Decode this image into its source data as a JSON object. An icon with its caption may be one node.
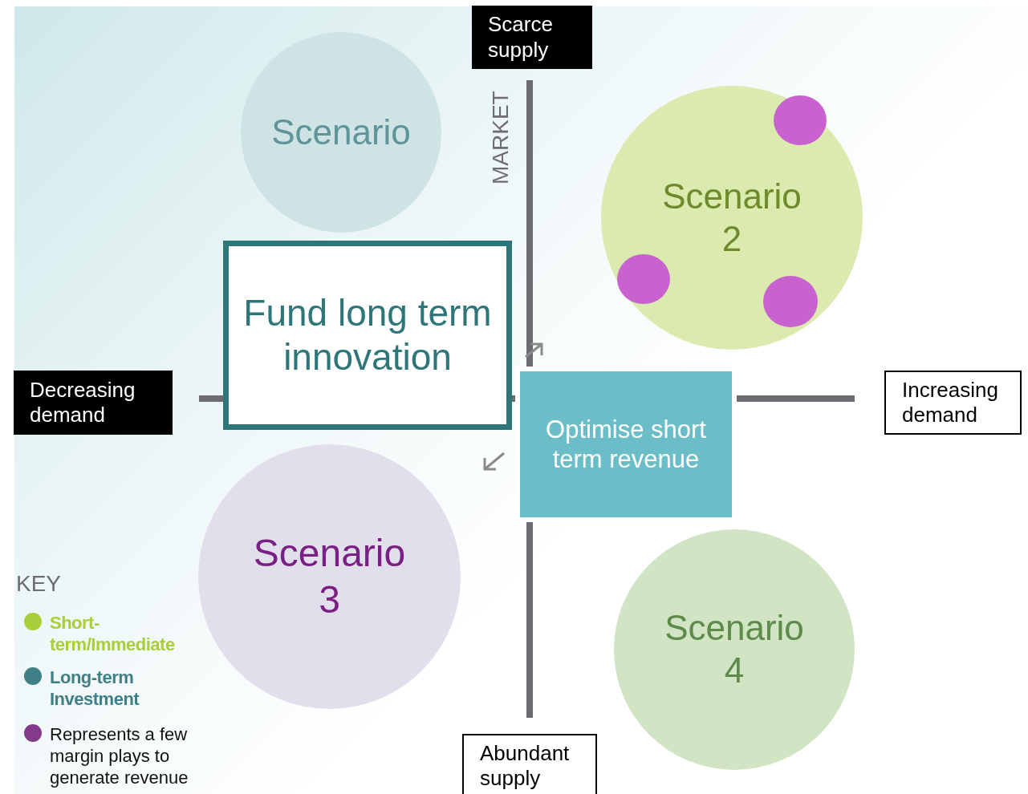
{
  "diagram": {
    "nodes": [
      {
        "text": [
          "Scarce supply"
        ]
      },
      {
        "text": [
          "Decreasing demand"
        ]
      },
      {
        "text": [
          "Increasing demand"
        ]
      },
      {
        "text": [
          "Abundant supply"
        ]
      },
      {
        "text": [
          "Scenario"
        ]
      },
      {
        "text": [
          "Scenario 2"
        ]
      },
      {
        "text": [],
        "shape": "circle",
        "in": 5
      },
      {
        "text": [],
        "shape": "circle",
        "in": 5
      },
      {
        "text": [],
        "shape": "circle",
        "in": 5
      },
      {
        "text": [
          "Scenario 3"
        ]
      },
      {
        "text": [
          "Scenario 4"
        ]
      },
      {
        "text": [
          "Fund long term innovation"
        ]
      },
      {
        "text": [
          "Optimise short term revenue"
        ]
      }
    ],
    "labels": [
      "MARKET",
      "KEY"
    ],
    "legend": [
      {
        "text": "Short-term/Immediate",
        "color": "#a8cf3a"
      },
      {
        "text": "Long-term Investment",
        "color": "#3f7f86"
      },
      {
        "text": "Represents a few margin plays to generate revenue",
        "color": "#833a8a"
      }
    ]
  }
}
